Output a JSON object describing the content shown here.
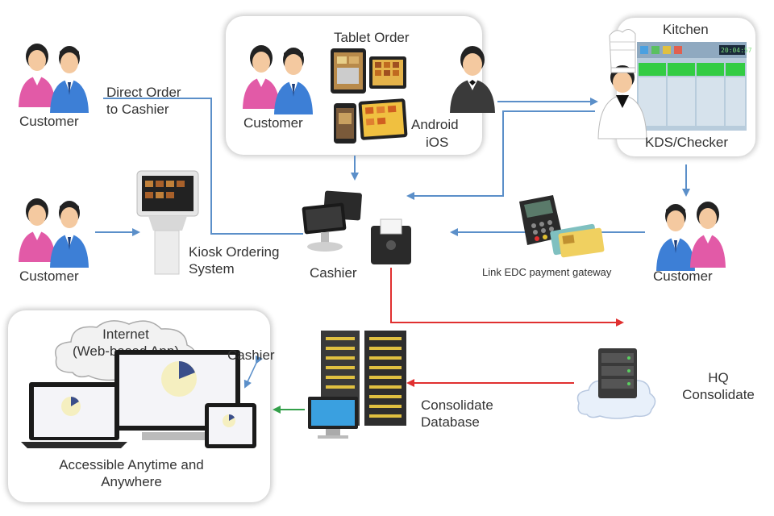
{
  "labels": {
    "customer_top_left": "Customer",
    "direct_order_line1": "Direct Order",
    "direct_order_line2": "to Cashier",
    "tablet_order": "Tablet Order",
    "customer_tablet": "Customer",
    "android": "Android",
    "ios": "iOS",
    "kitchen": "Kitchen",
    "kds_checker": "KDS/Checker",
    "customer_mid_left": "Customer",
    "kiosk_line1": "Kiosk Ordering",
    "kiosk_line2": "System",
    "cashier": "Cashier",
    "edc": "Link EDC payment gateway",
    "customer_right": "Customer",
    "internet_line1": "Internet",
    "internet_line2": "(Web-based App)",
    "cashier_small": "Cashier",
    "consolidate_line1": "Consolidate",
    "consolidate_line2": "Database",
    "hq_line1": "HQ",
    "hq_line2": "Consolidate",
    "accessible_line1": "Accessible Anytime and",
    "accessible_line2": "Anywhere",
    "kds_clock": "20:04:57"
  },
  "colors": {
    "arrow_blue": "#5b8fc9",
    "arrow_red": "#e03030",
    "arrow_green": "#33a04a",
    "woman_shirt": "#e25aa7",
    "man_shirt": "#3d7fd6",
    "kds_green": "#33cc44",
    "server_dark": "#3a3a3a"
  }
}
